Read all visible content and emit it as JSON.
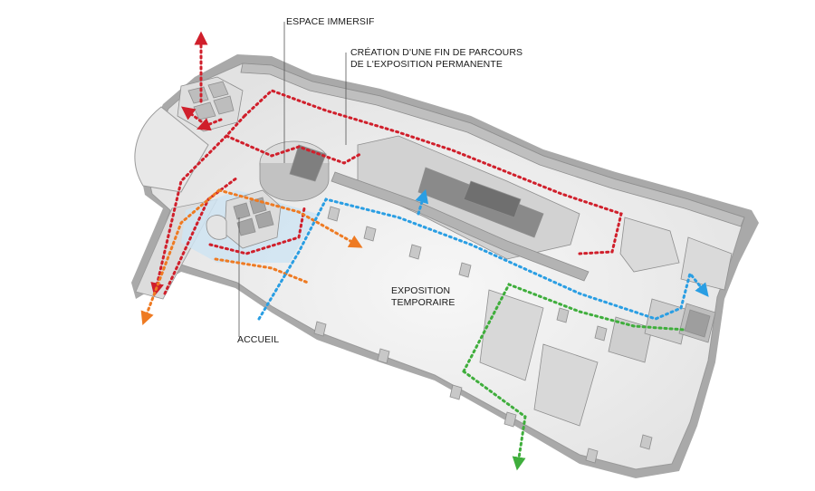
{
  "labels": {
    "espace_immersif": "ESPACE IMMERSIF",
    "creation_line1": "CRÉATION D'UNE  FIN DE PARCOURS",
    "creation_line2": "DE L'EXPOSITION PERMANENTE",
    "exposition_line1": "EXPOSITION",
    "exposition_line2": "TEMPORAIRE",
    "accueil": "ACCUEIL"
  },
  "route_colors": {
    "red": "#d01f2b",
    "orange": "#ee7a22",
    "blue": "#2a9ee3",
    "green": "#3fae3c"
  }
}
